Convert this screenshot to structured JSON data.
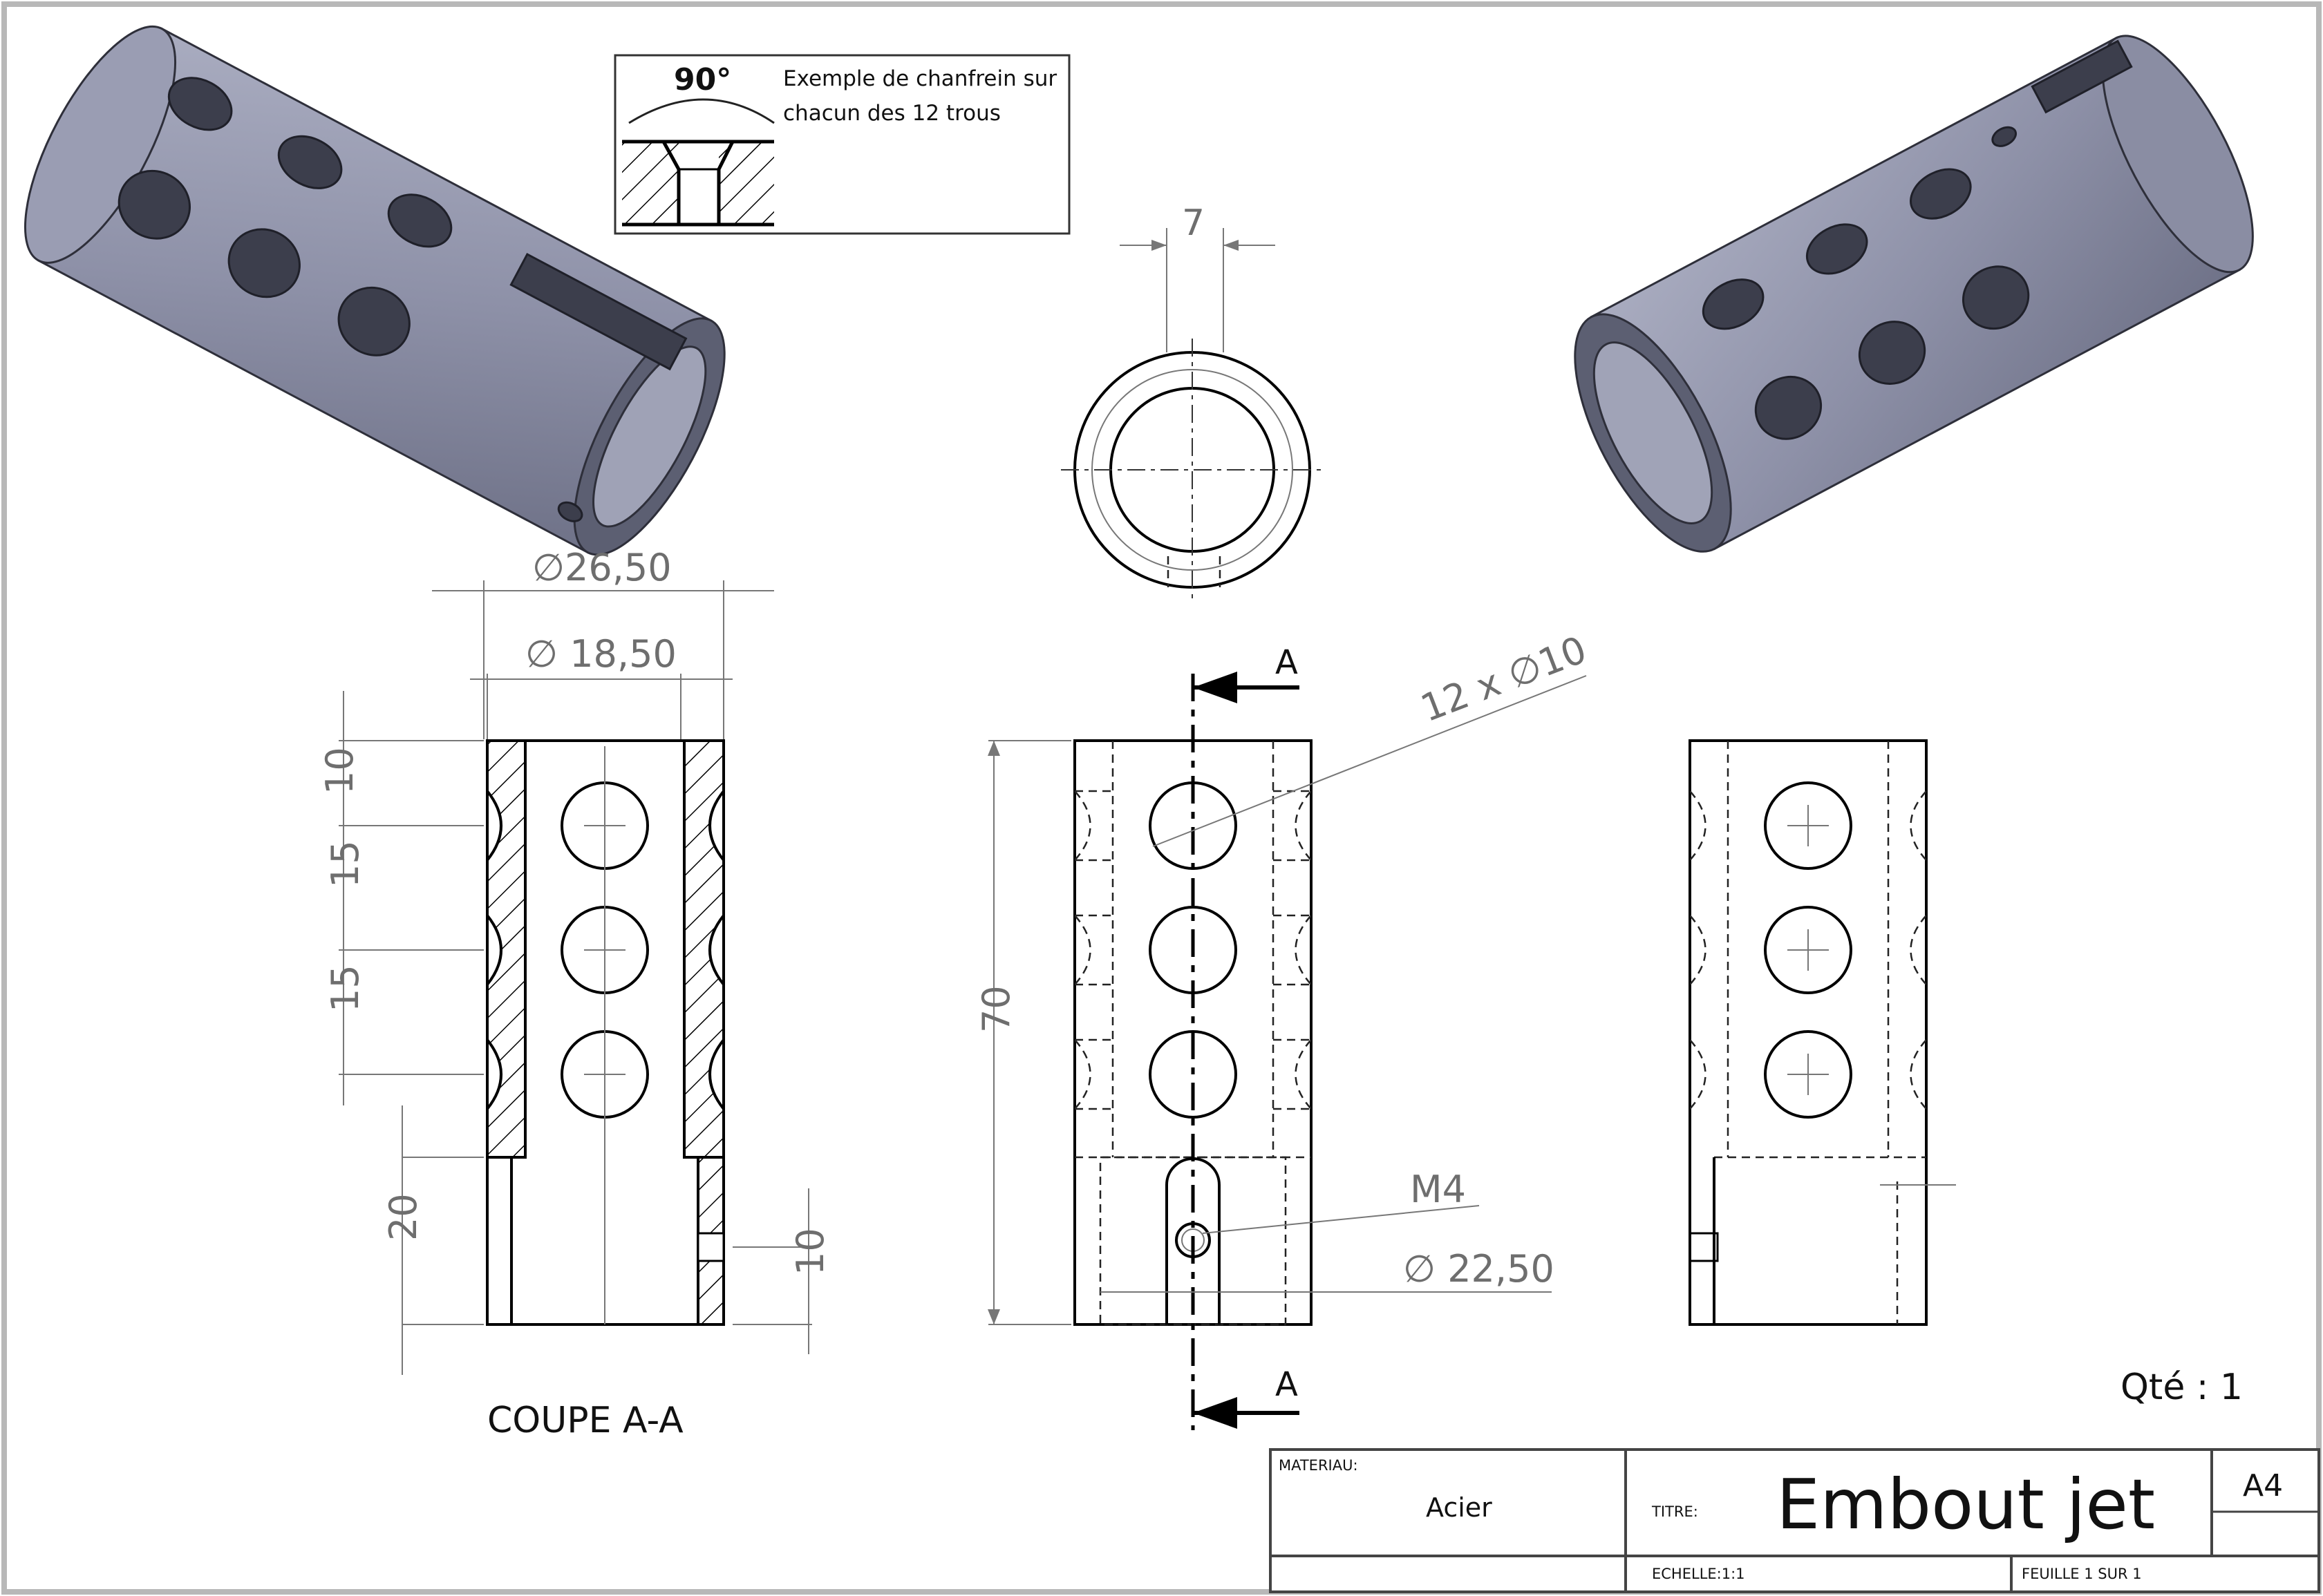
{
  "chamfer_note": {
    "angle": "90°",
    "line1": "Exemple de chanfrein  sur",
    "line2": "chacun des 12 trous"
  },
  "dimensions": {
    "top_view_width": "7",
    "outer_diameter": "∅26,50",
    "inner_diameter": "∅ 18,50",
    "pitch_first": "10",
    "pitch_second": "15",
    "pitch_third": "15",
    "bore_depth": "20",
    "threaded_hole_height": "10",
    "total_length": "70",
    "holes_callout": "12 x ∅10",
    "thread": "M4",
    "slot_diameter": "∅ 22,50"
  },
  "section": {
    "arrow_label_top": "A",
    "arrow_label_bottom": "A",
    "title": "COUPE A-A"
  },
  "quantity": "Qté : 1",
  "title_block": {
    "material_label": "MATERIAU:",
    "material_value": "Acier",
    "title_label": "TITRE:",
    "title_value": "Embout jet",
    "format": "A4",
    "scale": "ECHELLE:1:1",
    "sheet": "FEUILLE 1 SUR 1"
  }
}
